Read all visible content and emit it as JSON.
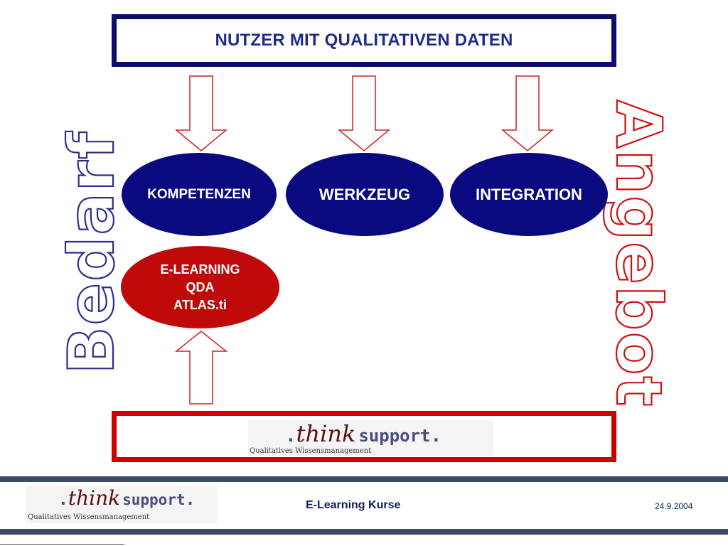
{
  "header": {
    "title": "NUTZER MIT QUALITATIVEN DATEN"
  },
  "side_labels": {
    "left": "Bedarf",
    "right": "Angebot"
  },
  "ovals": {
    "kompetenzen": "KOMPETENZEN",
    "werkzeug": "WERKZEUG",
    "integration": "INTEGRATION",
    "elearning_lines": [
      "E-LEARNING",
      "QDA",
      "ATLAS.ti"
    ]
  },
  "logo": {
    "dot_prefix": ".",
    "think": "think",
    "support": "support",
    "dot_suffix": ".",
    "subtitle": "Qualitatives Wissensmanagement"
  },
  "footer": {
    "course": "E-Learning Kurse",
    "date": "24.9.2004"
  },
  "colors": {
    "navy": "#0c0c6e",
    "oval_blue": "#0a0a80",
    "oval_red": "#c00a0a",
    "arrow_red": "#cc2222",
    "footer_band": "#3c4a66"
  }
}
